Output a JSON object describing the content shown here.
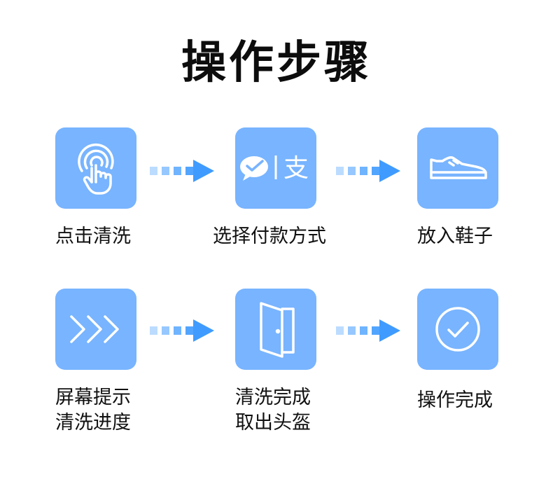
{
  "title": "操作步骤",
  "colors": {
    "tile": "#78b4ff",
    "arrow": "#3f9bff",
    "icon": "#ffffff",
    "text": "#111111"
  },
  "steps": [
    {
      "icon": "finger-tap-icon",
      "lines": [
        "点击清洗"
      ]
    },
    {
      "icon": "payment-wechat-alipay-icon",
      "lines": [
        "选择付款方式"
      ],
      "pay_glyph": "支"
    },
    {
      "icon": "shoe-icon",
      "lines": [
        "放入鞋子"
      ]
    },
    {
      "icon": "triple-chevron-icon",
      "lines": [
        "屏幕提示",
        "清洗进度"
      ]
    },
    {
      "icon": "door-open-icon",
      "lines": [
        "清洗完成",
        "取出头盔"
      ]
    },
    {
      "icon": "check-circle-icon",
      "lines": [
        "操作完成"
      ]
    }
  ]
}
